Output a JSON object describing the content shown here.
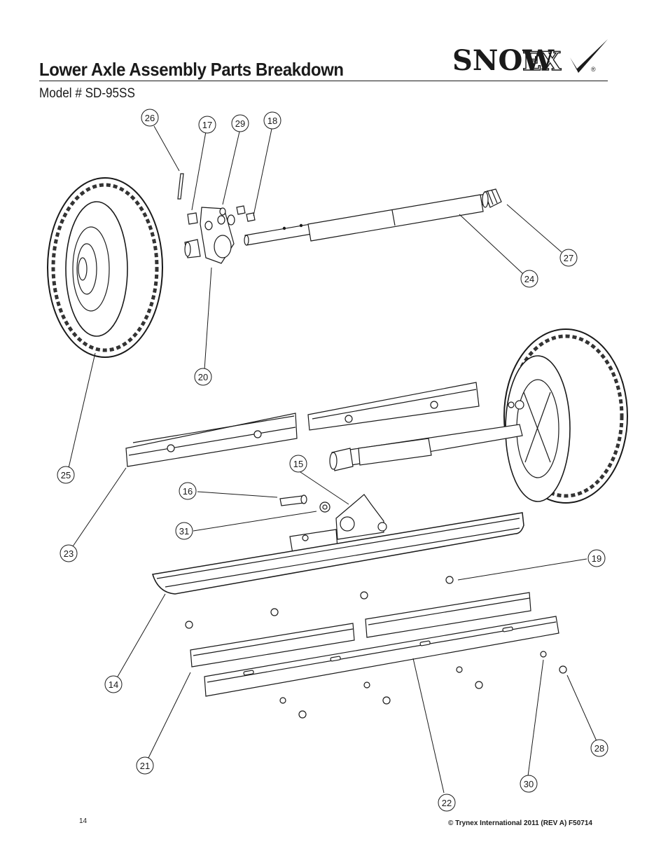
{
  "page": {
    "title": "Lower Axle Assembly Parts Breakdown",
    "subtitle": "Model # SD-95SS",
    "page_number": "14",
    "footer": "© Trynex International 2011  (REV A) F50714"
  },
  "logo": {
    "text_main": "SNOW",
    "text_ex": "EX",
    "registered": "®"
  },
  "callouts": [
    {
      "id": "c26",
      "label": "26"
    },
    {
      "id": "c17",
      "label": "17"
    },
    {
      "id": "c29",
      "label": "29"
    },
    {
      "id": "c18",
      "label": "18"
    },
    {
      "id": "c27",
      "label": "27"
    },
    {
      "id": "c24",
      "label": "24"
    },
    {
      "id": "c20",
      "label": "20"
    },
    {
      "id": "c25",
      "label": "25"
    },
    {
      "id": "c15",
      "label": "15"
    },
    {
      "id": "c16",
      "label": "16"
    },
    {
      "id": "c31",
      "label": "31"
    },
    {
      "id": "c23",
      "label": "23"
    },
    {
      "id": "c19",
      "label": "19"
    },
    {
      "id": "c14",
      "label": "14"
    },
    {
      "id": "c21",
      "label": "21"
    },
    {
      "id": "c28",
      "label": "28"
    },
    {
      "id": "c30",
      "label": "30"
    },
    {
      "id": "c22",
      "label": "22"
    }
  ]
}
